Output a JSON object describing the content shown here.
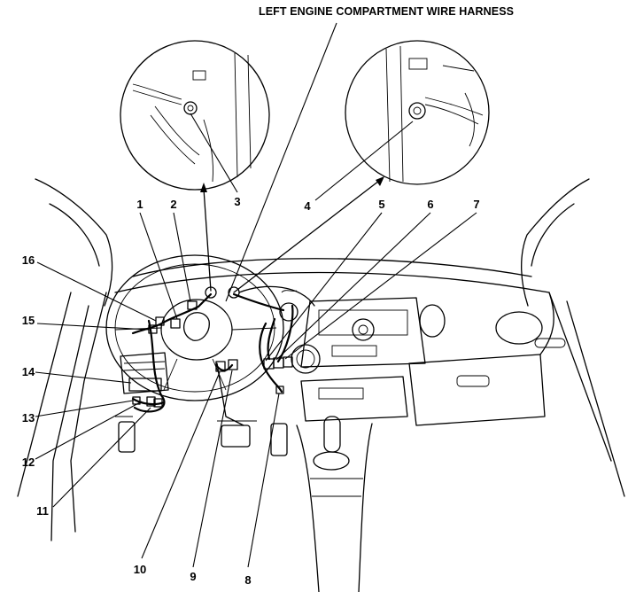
{
  "title": "LEFT ENGINE COMPARTMENT WIRE HARNESS",
  "callouts": {
    "n1": "1",
    "n2": "2",
    "n3": "3",
    "n4": "4",
    "n5": "5",
    "n6": "6",
    "n7": "7",
    "n8": "8",
    "n9": "9",
    "n10": "10",
    "n11": "11",
    "n12": "12",
    "n13": "13",
    "n14": "14",
    "n15": "15",
    "n16": "16"
  }
}
